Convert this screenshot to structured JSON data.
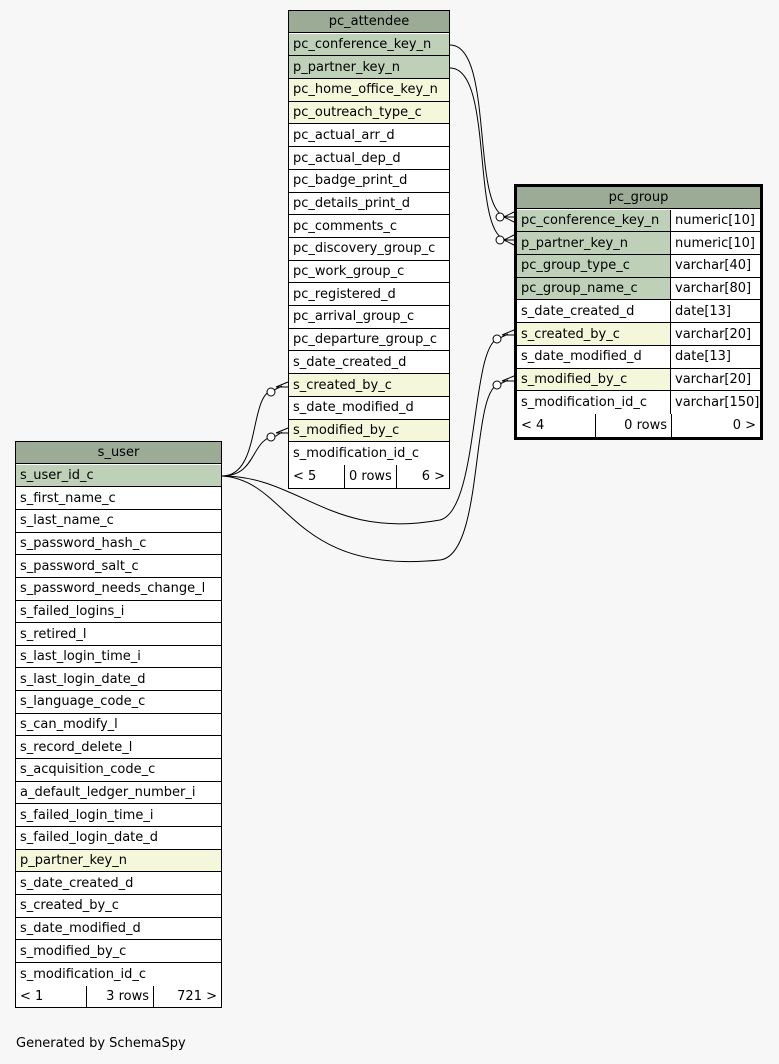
{
  "tables": {
    "pc_attendee": {
      "name": "pc_attendee",
      "columns": [
        {
          "name": "pc_conference_key_n",
          "kind": "pk"
        },
        {
          "name": "p_partner_key_n",
          "kind": "pk"
        },
        {
          "name": "pc_home_office_key_n",
          "kind": "fk"
        },
        {
          "name": "pc_outreach_type_c",
          "kind": "fk"
        },
        {
          "name": "pc_actual_arr_d",
          "kind": ""
        },
        {
          "name": "pc_actual_dep_d",
          "kind": ""
        },
        {
          "name": "pc_badge_print_d",
          "kind": ""
        },
        {
          "name": "pc_details_print_d",
          "kind": ""
        },
        {
          "name": "pc_comments_c",
          "kind": ""
        },
        {
          "name": "pc_discovery_group_c",
          "kind": ""
        },
        {
          "name": "pc_work_group_c",
          "kind": ""
        },
        {
          "name": "pc_registered_d",
          "kind": ""
        },
        {
          "name": "pc_arrival_group_c",
          "kind": ""
        },
        {
          "name": "pc_departure_group_c",
          "kind": ""
        },
        {
          "name": "s_date_created_d",
          "kind": ""
        },
        {
          "name": "s_created_by_c",
          "kind": "fk"
        },
        {
          "name": "s_date_modified_d",
          "kind": ""
        },
        {
          "name": "s_modified_by_c",
          "kind": "fk"
        },
        {
          "name": "s_modification_id_c",
          "kind": ""
        }
      ],
      "footer": {
        "parents": "< 5",
        "rows": "0 rows",
        "children": "6 >"
      }
    },
    "pc_group": {
      "name": "pc_group",
      "columns": [
        {
          "name": "pc_conference_key_n",
          "type": "numeric[10]",
          "kind": "pk"
        },
        {
          "name": "p_partner_key_n",
          "type": "numeric[10]",
          "kind": "pk"
        },
        {
          "name": "pc_group_type_c",
          "type": "varchar[40]",
          "kind": "pk"
        },
        {
          "name": "pc_group_name_c",
          "type": "varchar[80]",
          "kind": "pk"
        },
        {
          "name": "s_date_created_d",
          "type": "date[13]",
          "kind": ""
        },
        {
          "name": "s_created_by_c",
          "type": "varchar[20]",
          "kind": "fk"
        },
        {
          "name": "s_date_modified_d",
          "type": "date[13]",
          "kind": ""
        },
        {
          "name": "s_modified_by_c",
          "type": "varchar[20]",
          "kind": "fk"
        },
        {
          "name": "s_modification_id_c",
          "type": "varchar[150]",
          "kind": ""
        }
      ],
      "footer": {
        "parents": "< 4",
        "rows": "0 rows",
        "children": "0 >"
      }
    },
    "s_user": {
      "name": "s_user",
      "columns": [
        {
          "name": "s_user_id_c",
          "kind": "pk"
        },
        {
          "name": "s_first_name_c",
          "kind": ""
        },
        {
          "name": "s_last_name_c",
          "kind": ""
        },
        {
          "name": "s_password_hash_c",
          "kind": ""
        },
        {
          "name": "s_password_salt_c",
          "kind": ""
        },
        {
          "name": "s_password_needs_change_l",
          "kind": ""
        },
        {
          "name": "s_failed_logins_i",
          "kind": ""
        },
        {
          "name": "s_retired_l",
          "kind": ""
        },
        {
          "name": "s_last_login_time_i",
          "kind": ""
        },
        {
          "name": "s_last_login_date_d",
          "kind": ""
        },
        {
          "name": "s_language_code_c",
          "kind": ""
        },
        {
          "name": "s_can_modify_l",
          "kind": ""
        },
        {
          "name": "s_record_delete_l",
          "kind": ""
        },
        {
          "name": "s_acquisition_code_c",
          "kind": ""
        },
        {
          "name": "a_default_ledger_number_i",
          "kind": ""
        },
        {
          "name": "s_failed_login_time_i",
          "kind": ""
        },
        {
          "name": "s_failed_login_date_d",
          "kind": ""
        },
        {
          "name": "p_partner_key_n",
          "kind": "fk"
        },
        {
          "name": "s_date_created_d",
          "kind": ""
        },
        {
          "name": "s_created_by_c",
          "kind": ""
        },
        {
          "name": "s_date_modified_d",
          "kind": ""
        },
        {
          "name": "s_modified_by_c",
          "kind": ""
        },
        {
          "name": "s_modification_id_c",
          "kind": ""
        }
      ],
      "footer": {
        "parents": "< 1",
        "rows": "3 rows",
        "children": "721 >"
      }
    }
  },
  "colors": {
    "header": "#9bab96",
    "primary_key": "#bed1b8",
    "foreign_key": "#f4f7da",
    "background": "#f7f7f7"
  },
  "generated_by": "Generated by SchemaSpy"
}
